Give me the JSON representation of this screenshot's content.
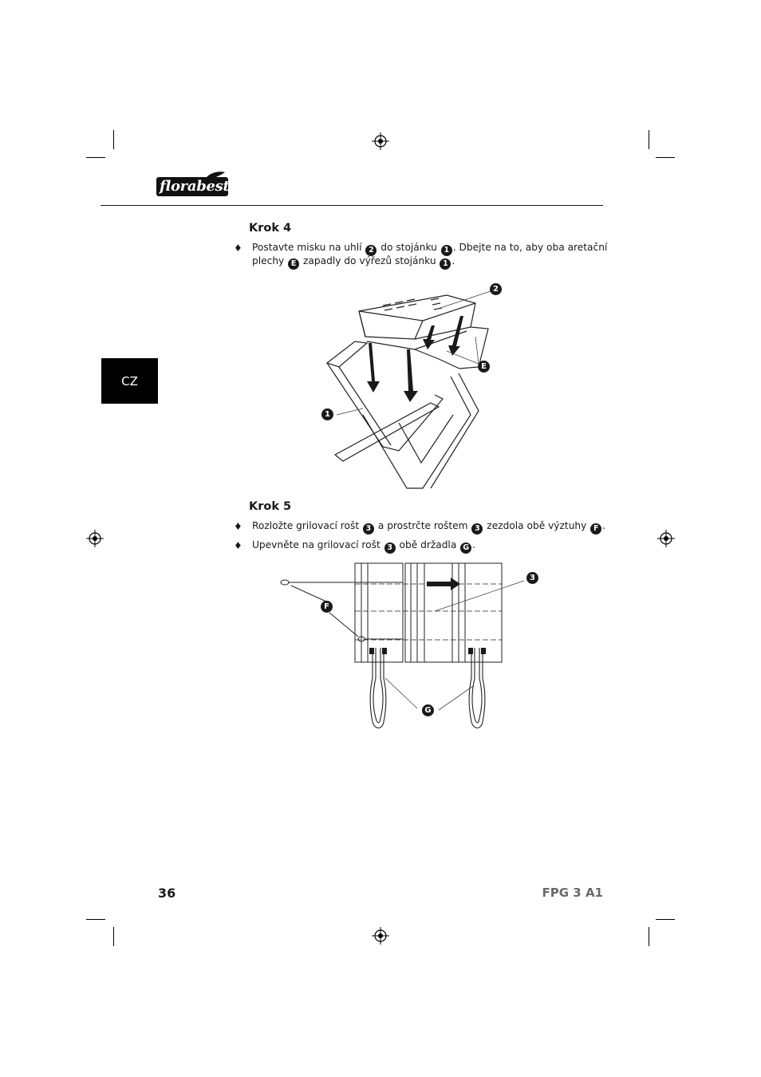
{
  "header": {
    "brand_logo": "florabest"
  },
  "side_tab": {
    "label": "CZ"
  },
  "step4": {
    "heading": "Krok 4",
    "bullet": "♦",
    "line1": {
      "t1": "Postavte misku na uhlí ",
      "b1": "2",
      "t2": " do stojánku ",
      "b2": "1",
      "t3": ". Dbejte na to, aby oba aretační"
    },
    "line2": {
      "t1": "plechy ",
      "b1": "E",
      "t2": " zapadly do výřezů stojánku ",
      "b2": "1",
      "t3": "."
    },
    "callouts": {
      "bowl": "2",
      "plates": "E",
      "stand": "1"
    }
  },
  "step5": {
    "heading": "Krok 5",
    "bullet": "♦",
    "item1": {
      "t1": "Rozložte grilovací rošt ",
      "b1": "3",
      "t2": " a prostrčte roštem ",
      "b2": "3",
      "t3": " zezdola obě výztuhy ",
      "b3": "F",
      "t4": "."
    },
    "item2": {
      "t1": "Upevněte na grilovací rošt ",
      "b1": "3",
      "t2": " obě držadla ",
      "b2": "G",
      "t3": "."
    },
    "callouts": {
      "grate": "3",
      "struts": "F",
      "handles": "G"
    }
  },
  "footer": {
    "page_number": "36",
    "model": "FPG 3 A1"
  }
}
